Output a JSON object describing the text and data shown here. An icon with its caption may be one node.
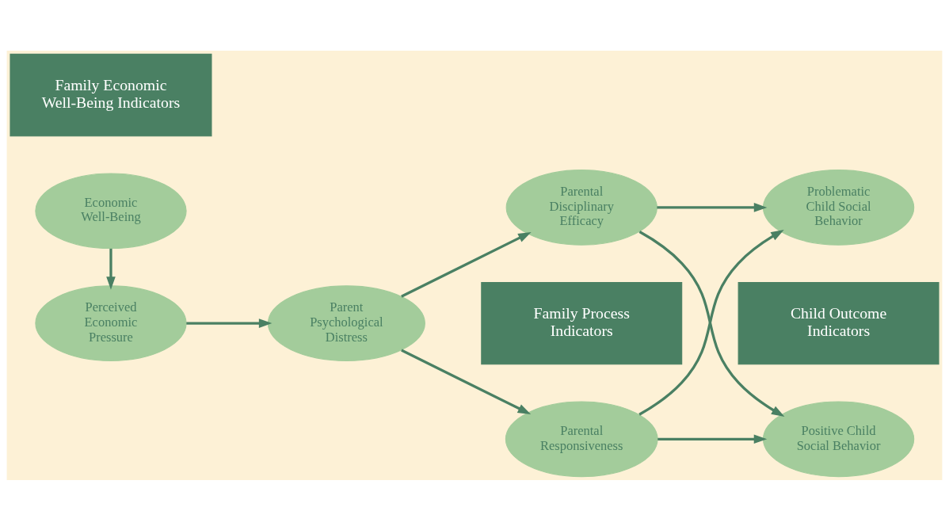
{
  "diagram": {
    "nodes": [
      {
        "text": [
          "Family Economic Well-Being Indicators"
        ]
      },
      {
        "text": [
          "Family Process Indicators"
        ]
      },
      {
        "text": [
          "Child Outcome Indicators"
        ]
      },
      {
        "text": [
          "Economic Well-Being"
        ]
      },
      {
        "text": [
          "Perceived Economic Pressure"
        ]
      },
      {
        "text": [
          "Parent Psychological Distress"
        ]
      },
      {
        "text": [
          "Parental Responsiveness"
        ]
      },
      {
        "text": [
          "Parental Disciplinary Efficacy"
        ]
      },
      {
        "text": [
          "Positive Child Social Behavior"
        ]
      },
      {
        "text": [
          "Problematic Child Social Behavior"
        ]
      }
    ],
    "edges": [
      {
        "from": 3,
        "to": 4,
        "arrow": "to"
      },
      {
        "from": 4,
        "to": 5,
        "arrow": "to"
      },
      {
        "from": 5,
        "to": 6,
        "arrow": "to"
      },
      {
        "from": 5,
        "to": 7,
        "arrow": "to"
      },
      {
        "from": 6,
        "to": 8,
        "arrow": "to"
      },
      {
        "from": 6,
        "to": 9,
        "arrow": "to"
      },
      {
        "from": 7,
        "to": 8,
        "arrow": "to"
      },
      {
        "from": 7,
        "to": 9,
        "arrow": "to"
      }
    ]
  }
}
